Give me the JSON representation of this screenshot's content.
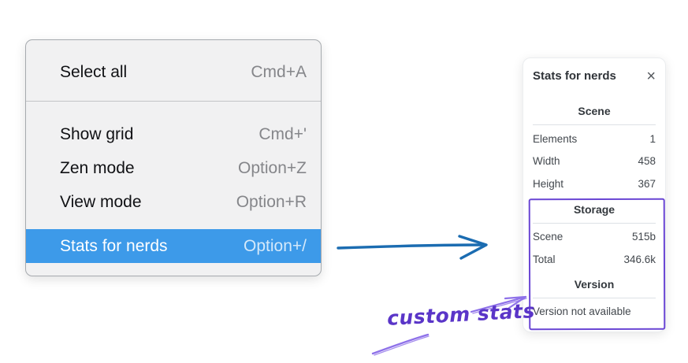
{
  "context_menu": {
    "items": [
      {
        "label": "Select all",
        "shortcut": "Cmd+A",
        "selected": false
      },
      {
        "label": "Show grid",
        "shortcut": "Cmd+'",
        "selected": false
      },
      {
        "label": "Zen mode",
        "shortcut": "Option+Z",
        "selected": false
      },
      {
        "label": "View mode",
        "shortcut": "Option+R",
        "selected": false
      },
      {
        "label": "Stats for nerds",
        "shortcut": "Option+/",
        "selected": true
      }
    ]
  },
  "stats_panel": {
    "title": "Stats for nerds",
    "close_glyph": "×",
    "sections": [
      {
        "heading": "Scene",
        "rows": [
          {
            "label": "Elements",
            "value": "1"
          },
          {
            "label": "Width",
            "value": "458"
          },
          {
            "label": "Height",
            "value": "367"
          }
        ]
      },
      {
        "heading": "Storage",
        "rows": [
          {
            "label": "Scene",
            "value": "515b"
          },
          {
            "label": "Total",
            "value": "346.6k"
          }
        ]
      },
      {
        "heading": "Version",
        "note": "Version not available"
      }
    ]
  },
  "annotation": {
    "label": "custom stats"
  },
  "colors": {
    "menu_highlight": "#3d9ae9",
    "arrow_blue": "#1b6cb1",
    "annotation_purple": "#8e71e9",
    "annotation_text": "#5a35c8",
    "annotation_box": "#6a46d4"
  }
}
